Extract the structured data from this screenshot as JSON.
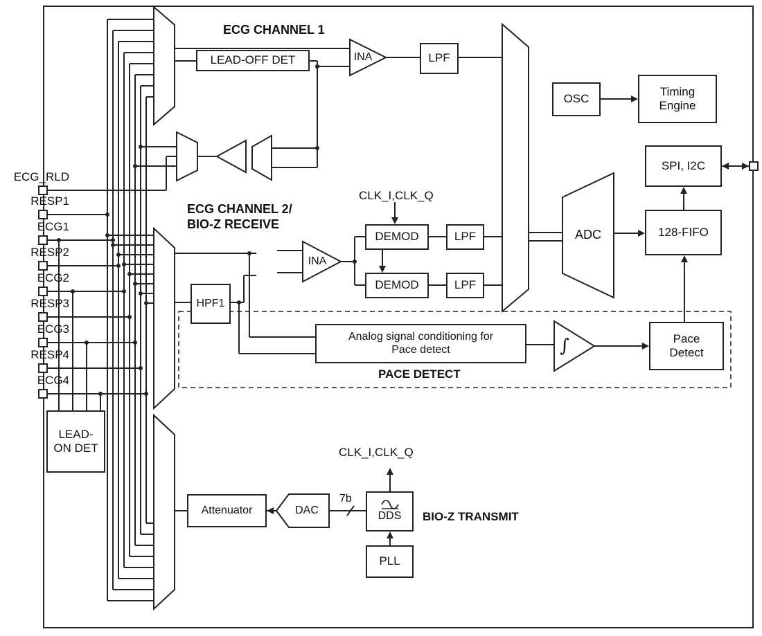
{
  "pins": {
    "left": [
      "ECG_RLD",
      "RESP1",
      "ECG1",
      "RESP2",
      "ECG2",
      "RESP3",
      "ECG3",
      "RESP4",
      "ECG4"
    ]
  },
  "sections": {
    "ecg_channel_1": "ECG CHANNEL 1",
    "ecg_channel_2_line1": "ECG CHANNEL 2/",
    "ecg_channel_2_line2": "BIO-Z RECEIVE",
    "pace_detect": "PACE DETECT",
    "bioz_transmit": "BIO-Z TRANSMIT"
  },
  "blocks": {
    "lead_off_det": "LEAD-OFF DET",
    "ina1": "INA",
    "lpf_top": "LPF",
    "osc": "OSC",
    "timing_engine_line1": "Timing",
    "timing_engine_line2": "Engine",
    "spi_i2c": "SPI, I2C",
    "fifo": "128-FIFO",
    "demod1": "DEMOD",
    "lpf_mid1": "LPF",
    "demod2": "DEMOD",
    "lpf_mid2": "LPF",
    "adc": "ADC",
    "hpf1": "HPF1",
    "ina2": "INA",
    "pace_cond_line1": "Analog signal conditioning for",
    "pace_cond_line2": "Pace detect",
    "comparator_glyph": "∫",
    "pace_block_line1": "Pace",
    "pace_block_line2": "Detect",
    "lead_on_det_line1": "LEAD-",
    "lead_on_det_line2": "ON DET",
    "attenuator": "Attenuator",
    "dac": "DAC",
    "dds": "DDS",
    "pll": "PLL"
  },
  "labels": {
    "clk_top": "CLK_I,CLK_Q",
    "clk_bottom": "CLK_I,CLK_Q",
    "bus_width": "7b"
  },
  "colors": {
    "line": "#222222",
    "background": "#ffffff"
  }
}
